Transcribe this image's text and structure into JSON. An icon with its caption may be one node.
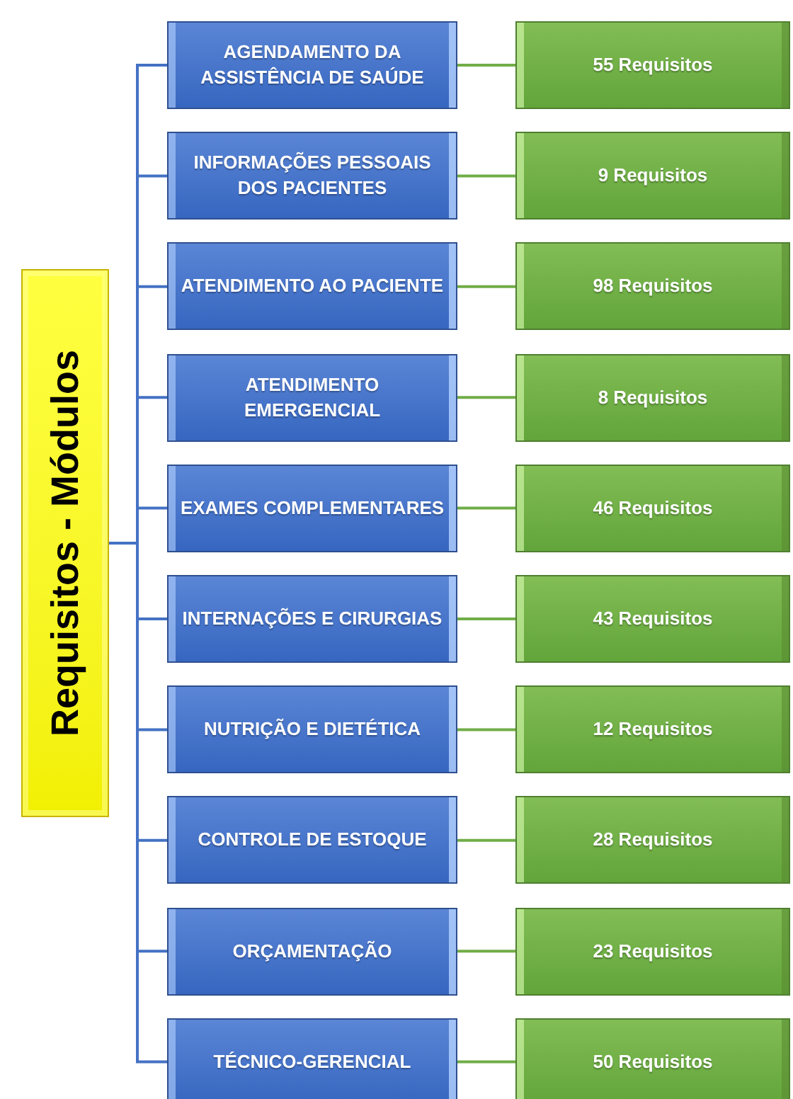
{
  "diagram": {
    "nodes": [
      {
        "text": [
          "Requisitos - Módulos"
        ]
      },
      {
        "text": [
          "AGENDAMENTO DA ASSISTÊNCIA DE SAÚDE"
        ]
      },
      {
        "text": [
          "55 Requisitos"
        ]
      },
      {
        "text": [
          "INFORMAÇÕES PESSOAIS DOS PACIENTES"
        ]
      },
      {
        "text": [
          "9 Requisitos"
        ]
      },
      {
        "text": [
          "ATENDIMENTO AO PACIENTE"
        ]
      },
      {
        "text": [
          "98 Requisitos"
        ]
      },
      {
        "text": [
          "ATENDIMENTO EMERGENCIAL"
        ]
      },
      {
        "text": [
          "8 Requisitos"
        ]
      },
      {
        "text": [
          "EXAMES COMPLEMENTARES"
        ]
      },
      {
        "text": [
          "46 Requisitos"
        ]
      },
      {
        "text": [
          "INTERNAÇÕES E CIRURGIAS"
        ]
      },
      {
        "text": [
          "43 Requisitos"
        ]
      },
      {
        "text": [
          "NUTRIÇÃO E DIETÉTICA"
        ]
      },
      {
        "text": [
          "12 Requisitos"
        ]
      },
      {
        "text": [
          "CONTROLE DE ESTOQUE"
        ]
      },
      {
        "text": [
          "28 Requisitos"
        ]
      },
      {
        "text": [
          "ORÇAMENTAÇÃO"
        ]
      },
      {
        "text": [
          "23 Requisitos"
        ]
      },
      {
        "text": [
          "TÉCNICO-GERENCIAL"
        ]
      },
      {
        "text": [
          "50 Requisitos"
        ]
      }
    ],
    "edges": [
      {
        "from": 0,
        "to": 1,
        "arrow": "none"
      },
      {
        "from": 1,
        "to": 2,
        "arrow": "none",
        "color": "#70ad47"
      },
      {
        "from": 0,
        "to": 3,
        "arrow": "none"
      },
      {
        "from": 3,
        "to": 4,
        "arrow": "none",
        "color": "#70ad47"
      },
      {
        "from": 0,
        "to": 5,
        "arrow": "none"
      },
      {
        "from": 5,
        "to": 6,
        "arrow": "none",
        "color": "#70ad47"
      },
      {
        "from": 0,
        "to": 7,
        "arrow": "none"
      },
      {
        "from": 7,
        "to": 8,
        "arrow": "none",
        "color": "#70ad47"
      },
      {
        "from": 0,
        "to": 9,
        "arrow": "none"
      },
      {
        "from": 9,
        "to": 10,
        "arrow": "none",
        "color": "#70ad47"
      },
      {
        "from": 0,
        "to": 11,
        "arrow": "none"
      },
      {
        "from": 11,
        "to": 12,
        "arrow": "none",
        "color": "#70ad47"
      },
      {
        "from": 0,
        "to": 13,
        "arrow": "none"
      },
      {
        "from": 13,
        "to": 14,
        "arrow": "none",
        "color": "#70ad47"
      },
      {
        "from": 0,
        "to": 15,
        "arrow": "none"
      },
      {
        "from": 15,
        "to": 16,
        "arrow": "none",
        "color": "#70ad47"
      },
      {
        "from": 0,
        "to": 17,
        "arrow": "none"
      },
      {
        "from": 17,
        "to": 18,
        "arrow": "none",
        "color": "#70ad47"
      },
      {
        "from": 0,
        "to": 19,
        "arrow": "none"
      },
      {
        "from": 19,
        "to": 20,
        "arrow": "none",
        "color": "#70ad47"
      }
    ]
  }
}
